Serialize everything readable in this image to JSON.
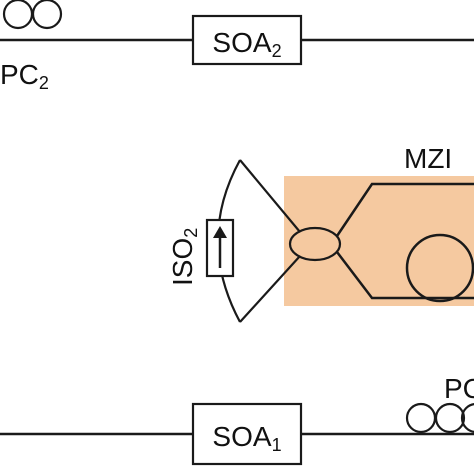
{
  "components": {
    "soa_top": {
      "label": "SOA",
      "sub": "2"
    },
    "soa_bottom": {
      "label": "SOA",
      "sub": "1"
    },
    "pc_top": {
      "label": "PC",
      "sub": "2"
    },
    "pc_bottom": {
      "label": "PC",
      "sub": ""
    },
    "mzi": {
      "label": "MZI"
    },
    "isolator": {
      "label": "ISO",
      "sub": "2"
    }
  },
  "colors": {
    "line": "#1a1a1a",
    "mzi_fill": "#f5c9a0",
    "background": "#ffffff"
  }
}
